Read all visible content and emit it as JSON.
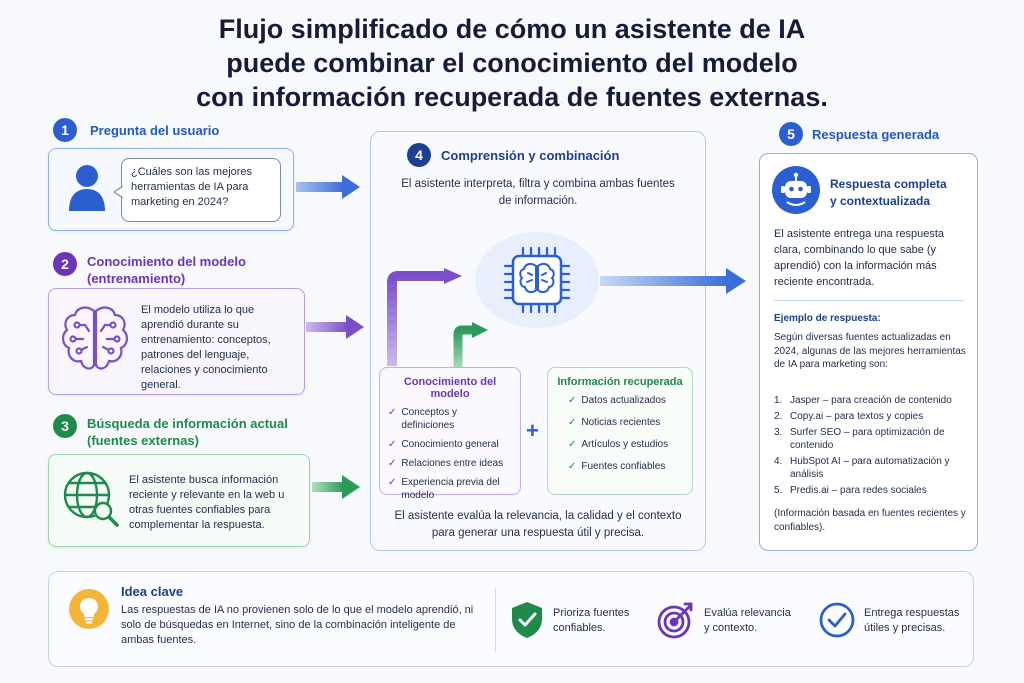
{
  "title": {
    "line1": "Flujo simplificado de cómo un asistente de IA",
    "line2": "puede combinar el conocimiento del modelo",
    "line3": "con información recuperada de fuentes externas."
  },
  "step1": {
    "number": "1",
    "title": "Pregunta del usuario",
    "question": "¿Cuáles son las mejores herramientas de IA para marketing en 2024?"
  },
  "step2": {
    "number": "2",
    "title_line1": "Conocimiento del modelo",
    "title_line2": "(entrenamiento)",
    "text": "El modelo utiliza lo que aprendió durante su entrenamiento: conceptos, patrones del lenguaje, relaciones y conocimiento general."
  },
  "step3": {
    "number": "3",
    "title_line1": "Búsqueda de información actual",
    "title_line2": "(fuentes externas)",
    "text": "El asistente busca información reciente y relevante en la web u otras fuentes confiables para complementar la respuesta."
  },
  "step4": {
    "number": "4",
    "title": "Comprensión y combinación",
    "intro": "El asistente interpreta, filtra y combina ambas fuentes de información.",
    "model_box": {
      "title": "Conocimiento del modelo",
      "items": [
        "Conceptos y definiciones",
        "Conocimiento general",
        "Relaciones entre ideas",
        "Experiencia previa del modelo"
      ]
    },
    "plus": "+",
    "retrieved_box": {
      "title": "Información recuperada",
      "items": [
        "Datos actualizados",
        "Noticias recientes",
        "Artículos y estudios",
        "Fuentes confiables"
      ]
    },
    "conclusion": "El asistente evalúa la relevancia, la calidad y el contexto para generar una respuesta útil y precisa."
  },
  "step5": {
    "number": "5",
    "title": "Respuesta generada",
    "card_title_line1": "Respuesta completa",
    "card_title_line2": "y contextualizada",
    "description": "El asistente entrega una respuesta clara, combinando lo que sabe (y aprendió) con la información más reciente encontrada.",
    "example_label": "Ejemplo de respuesta:",
    "example_intro": "Según diversas fuentes actualizadas en 2024, algunas de las mejores herramientas de IA para marketing son:",
    "tools": [
      {
        "n": "1.",
        "name": "Jasper",
        "desc": " – para creación de contenido"
      },
      {
        "n": "2.",
        "name": "Copy.ai",
        "desc": " – para textos y copies"
      },
      {
        "n": "3.",
        "name": "Surfer SEO",
        "desc": " – para optimización de contenido"
      },
      {
        "n": "4.",
        "name": "HubSpot AI",
        "desc": " – para automatización y análisis"
      },
      {
        "n": "5.",
        "name": "Predis.ai",
        "desc": " – para redes sociales"
      }
    ],
    "footnote": "(Información basada en fuentes recientes y confiables)."
  },
  "key_idea": {
    "title": "Idea clave",
    "text": "Las respuestas de IA no provienen solo de lo que el modelo aprendió, ni solo de búsquedas en Internet, sino de la combinación inteligente de ambas fuentes.",
    "features": [
      {
        "icon": "shield-check-icon",
        "text": "Prioriza fuentes confiables."
      },
      {
        "icon": "target-icon",
        "text": "Evalúa relevancia y contexto."
      },
      {
        "icon": "check-circle-icon",
        "text": "Entrega respuestas útiles y precisas."
      }
    ]
  },
  "colors": {
    "blue": "#2b5fd0",
    "purple": "#6a35b6",
    "green": "#1f8a4c",
    "amber": "#f4b63a"
  }
}
